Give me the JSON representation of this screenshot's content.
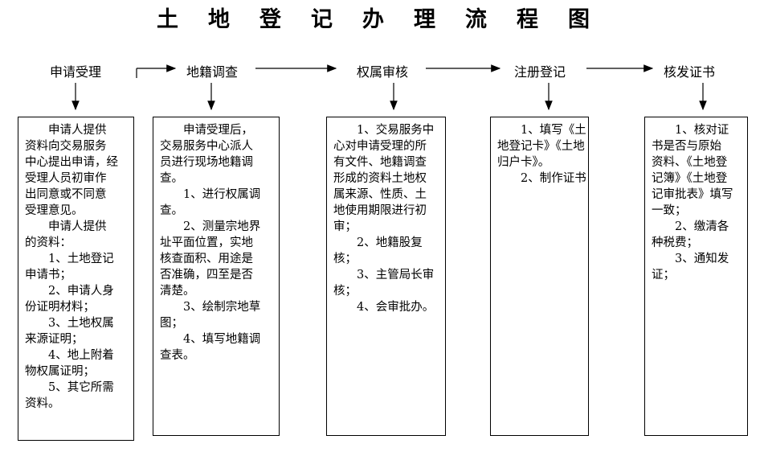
{
  "title": "土地登记办理流程图",
  "steps": [
    "申请受理",
    "地籍调查",
    "权属审核",
    "注册登记",
    "核发证书"
  ],
  "boxes": [
    {
      "lines": [
        "　　申请人提供",
        "资料向交易服务",
        "中心提出申请，经",
        "受理人员初审作",
        "出同意或不同意",
        "受理意见。",
        "　　申请人提供",
        "的资料：",
        "　　1、土地登记",
        "申请书；",
        "　　2、申请人身",
        "份证明材料；",
        "　　3、土地权属",
        "来源证明；",
        "　　4、地上附着",
        "物权属证明；",
        "　　5、其它所需",
        "资料。"
      ]
    },
    {
      "lines": [
        "　　申请受理后，",
        "交易服务中心派人",
        "员进行现场地籍调",
        "查。",
        "　　1、进行权属调",
        "查。",
        "　　2、测量宗地界",
        "址平面位置，实地",
        "核查面积、用途是",
        "否准确，四至是否",
        "清楚。",
        "　　3、绘制宗地草",
        "图；",
        "　　4、填写地籍调",
        "查表。"
      ]
    },
    {
      "lines": [
        "　　1、交易服务中",
        "心对申请受理的所",
        "有文件、地籍调查",
        "形成的资料土地权",
        "属来源、性质、土",
        "地使用期限进行初",
        "审；",
        "　　2、地籍股复",
        "核；",
        "　　3、主管局长审",
        "核；",
        "　　4、会审批办。"
      ]
    },
    {
      "lines": [
        "　　1、填写《土",
        "地登记卡》《土地",
        "归户卡》。",
        "　　2、制作证书"
      ]
    },
    {
      "lines": [
        "　　1、核对证",
        "书是否与原始",
        "资料、《土地登",
        "记簿》《土地登",
        "记审批表》填写",
        "一致；",
        "　　2、缴清各",
        "种税费；",
        "　　3、通知发",
        "证；"
      ]
    }
  ]
}
